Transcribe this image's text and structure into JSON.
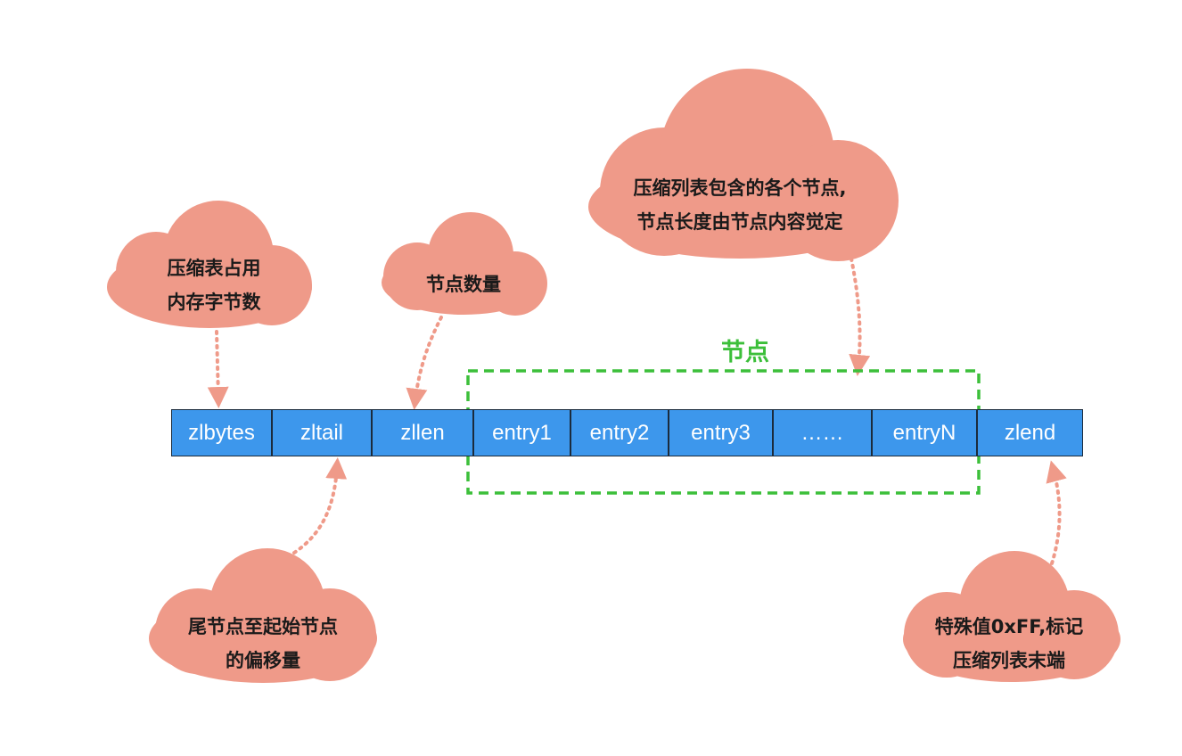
{
  "title": "",
  "cells": [
    {
      "id": "zlbytes",
      "label": "zlbytes"
    },
    {
      "id": "zltail",
      "label": "zltail"
    },
    {
      "id": "zllen",
      "label": "zllen"
    },
    {
      "id": "entry1",
      "label": "entry1"
    },
    {
      "id": "entry2",
      "label": "entry2"
    },
    {
      "id": "entry3",
      "label": "entry3"
    },
    {
      "id": "ellipsis",
      "label": "……"
    },
    {
      "id": "entryN",
      "label": "entryN"
    },
    {
      "id": "zlend",
      "label": "zlend"
    }
  ],
  "group": {
    "label": "节点"
  },
  "clouds": [
    {
      "id": "zlbytes-note",
      "lines": [
        "压缩表占用",
        "内存字节数"
      ],
      "points_to": "zlbytes"
    },
    {
      "id": "zllen-note",
      "lines": [
        "节点数量"
      ],
      "points_to": "zllen"
    },
    {
      "id": "entries-note",
      "lines": [
        "压缩列表包含的各个节点,",
        "节点长度由节点内容觉定"
      ],
      "points_to": "节点"
    },
    {
      "id": "zltail-note",
      "lines": [
        "尾节点至起始节点",
        "的偏移量"
      ],
      "points_to": "zltail"
    },
    {
      "id": "zlend-note",
      "lines": [
        "特殊值0xFF,标记",
        "压缩列表末端"
      ],
      "points_to": "zlend"
    }
  ],
  "colors": {
    "cell_fill": "#3d97ec",
    "cell_border": "#1b2b3c",
    "cloud_fill": "#ef9a89",
    "arrow": "#ef9a89",
    "group_border": "#3cbf3a"
  }
}
